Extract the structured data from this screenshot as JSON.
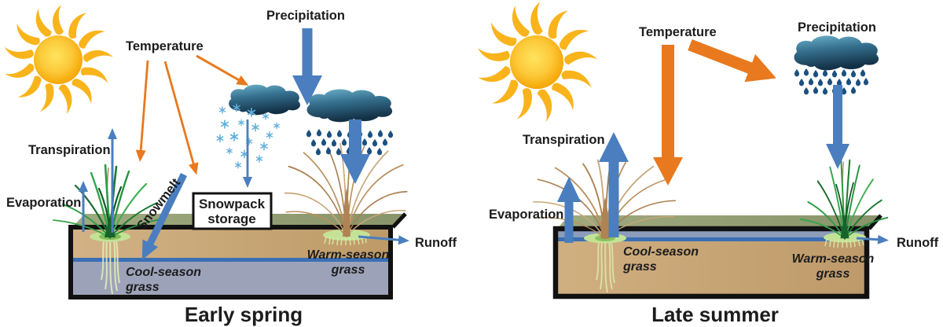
{
  "panels": [
    {
      "id": "early-spring",
      "title": "Early spring",
      "labels": {
        "temperature": "Temperature",
        "precipitation": "Precipitation",
        "transpiration": "Transpiration",
        "evaporation": "Evaporation",
        "snowmelt": "Snowmelt",
        "runoff": "Runoff",
        "snowpack_storage": [
          "Snowpack",
          "storage"
        ],
        "cool_season_grass": [
          "Cool-season",
          "grass"
        ],
        "warm_season_grass": [
          "Warm-season",
          "grass"
        ]
      }
    },
    {
      "id": "late-summer",
      "title": "Late summer",
      "labels": {
        "temperature": "Temperature",
        "precipitation": "Precipitation",
        "transpiration": "Transpiration",
        "evaporation": "Evaporation",
        "runoff": "Runoff",
        "cool_season_grass": [
          "Cool-season",
          "grass"
        ],
        "warm_season_grass": [
          "Warm-season",
          "grass"
        ]
      }
    }
  ],
  "icons": {
    "sun": "sun-icon",
    "cloud": "cloud-icon",
    "snowflake": "snowflake-icon",
    "raindrop": "raindrop-icon"
  },
  "colors": {
    "orange_arrow": "#E8791E",
    "blue_arrow": "#4A7EBF",
    "water_line": "#3A6FB5",
    "cloud_top": "#6FB3CC",
    "cloud_bottom": "#132F44",
    "sun_core": "#F7A600",
    "sun_ray": "#F9B41C",
    "soil_surface": "#97A177",
    "soil_tan": "#C8A878",
    "soil_saturated": "#9CA3B9",
    "moist_band": "#8B9DBA",
    "snowflake": "#5FAEDC",
    "text": "#1C1C1C"
  }
}
